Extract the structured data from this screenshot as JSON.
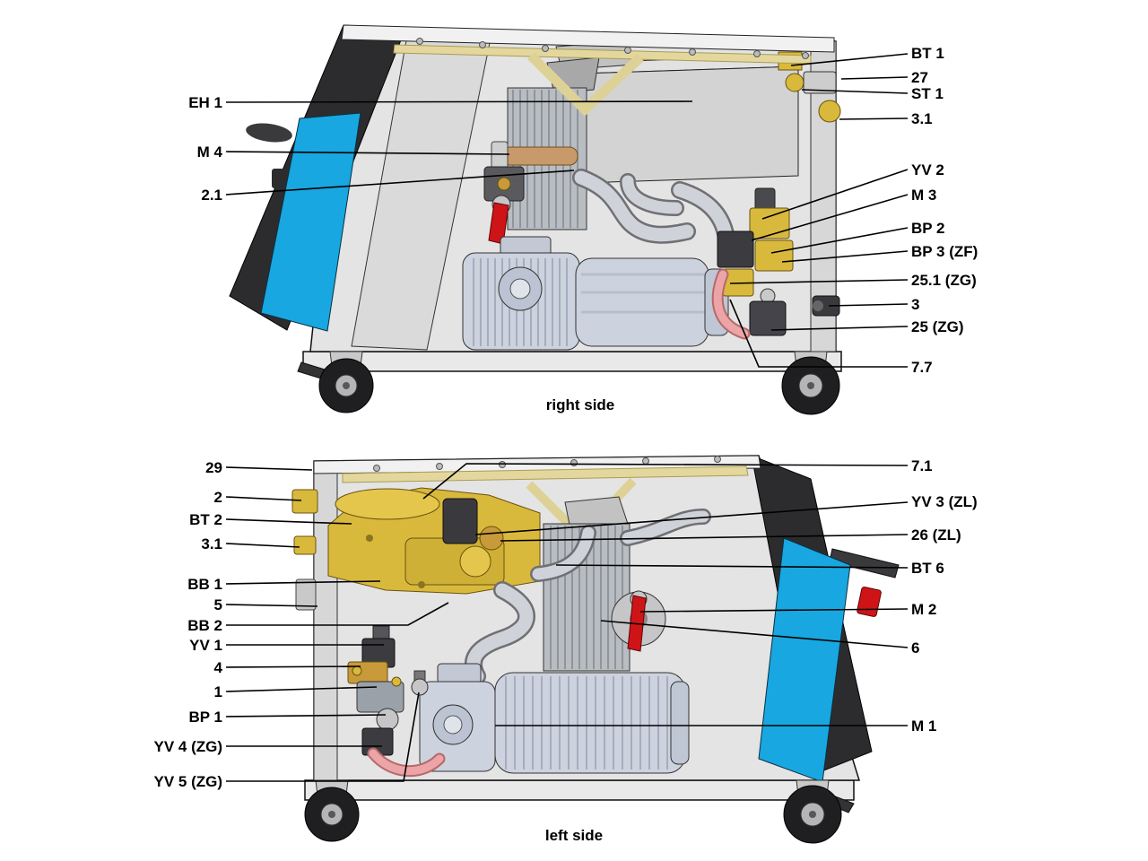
{
  "right_view": {
    "caption": "right side",
    "left_labels": [
      "EH 1",
      "M 4",
      "2.1"
    ],
    "right_labels": [
      "BT 1",
      "27",
      "ST 1",
      "3.1",
      "YV 2",
      "M 3",
      "BP 2",
      "BP 3 (ZF)",
      "25.1 (ZG)",
      "3",
      "25 (ZG)",
      "7.7"
    ]
  },
  "left_view": {
    "caption": "left side",
    "left_labels": [
      "29",
      "2",
      "BT 2",
      "3.1",
      "BB 1",
      "5",
      "BB 2",
      "YV 1",
      "4",
      "1",
      "BP 1",
      "YV 4 (ZG)",
      "YV 5 (ZG)"
    ],
    "right_labels": [
      "7.1",
      "YV 3 (ZL)",
      "26 (ZL)",
      "BT 6",
      "M 2",
      "6",
      "M 1"
    ]
  },
  "colors": {
    "panel_blue": "#18a7e0",
    "panel_dark": "#2c2c2e",
    "frame_light": "#e4e4e4",
    "accent_yellow": "#d9b93c",
    "brass": "#c89a3a",
    "lever_red": "#cf1418",
    "hose_pink": "#eda4a6",
    "motor_gray": "#ccd2de",
    "rail_yellow": "#e4d79e"
  }
}
